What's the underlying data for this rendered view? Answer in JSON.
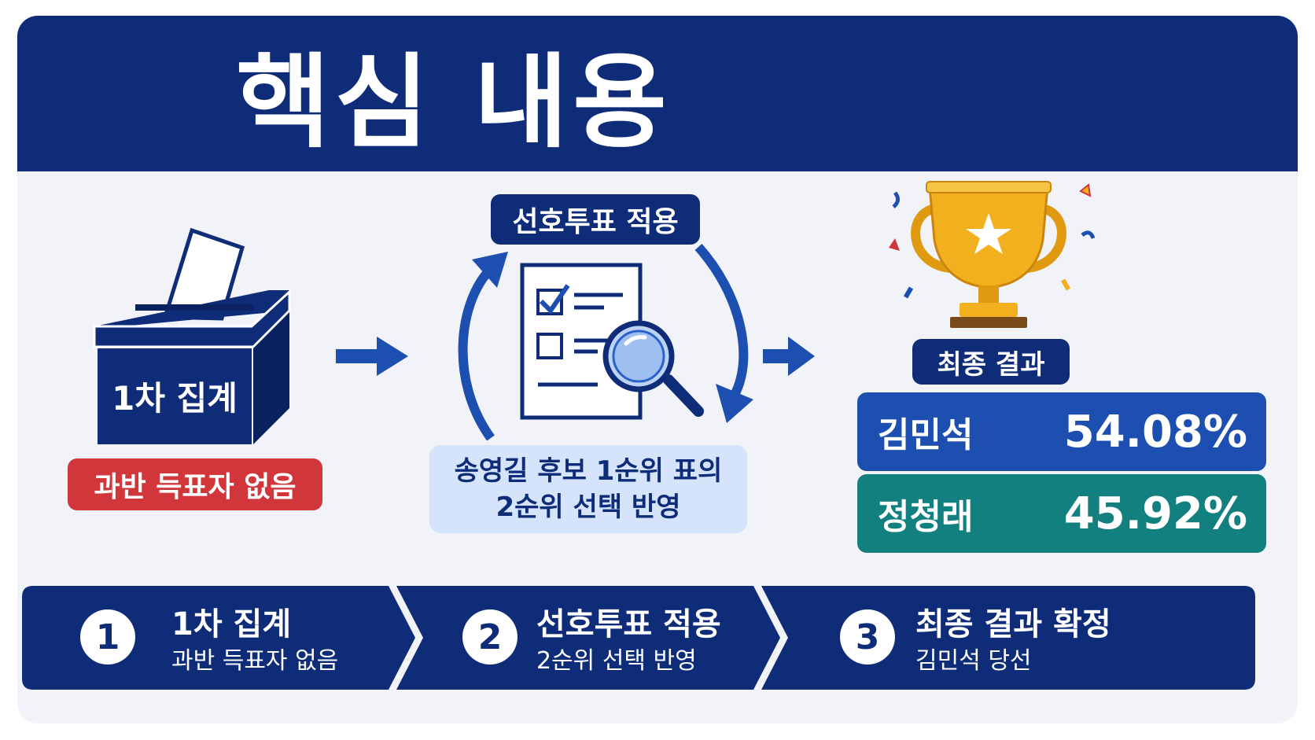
{
  "banner": {
    "title": "핵심 내용"
  },
  "step1": {
    "box_label": "1차 집계",
    "status_badge": "과반 득표자 없음"
  },
  "step2": {
    "badge": "선호투표 적용",
    "note_line1": "송영길 후보 1순위 표의",
    "note_line2": "2순위 선택 반영"
  },
  "step3": {
    "badge": "최종 결과",
    "results": [
      {
        "name": "김민석",
        "value": "54.08%"
      },
      {
        "name": "정청래",
        "value": "45.92%"
      }
    ]
  },
  "steps": [
    {
      "num": "1",
      "title": "1차 집계",
      "sub": "과반 득표자 없음"
    },
    {
      "num": "2",
      "title": "선호투표 적용",
      "sub": "2순위 선택 반영"
    },
    {
      "num": "3",
      "title": "최종 결과 확정",
      "sub": "김민석 당선"
    }
  ],
  "icons": {
    "ballot": "ballot-box-icon",
    "checklist": "checklist-document-icon",
    "magnifier": "magnifying-glass-icon",
    "trophy": "trophy-icon",
    "confetti": "confetti-icon"
  },
  "colors": {
    "navy": "#0e2c78",
    "blue": "#1d4fb0",
    "red": "#d0363a",
    "teal": "#12807f",
    "light_blue": "#d6e4fb",
    "gold": "#f2b01e"
  }
}
